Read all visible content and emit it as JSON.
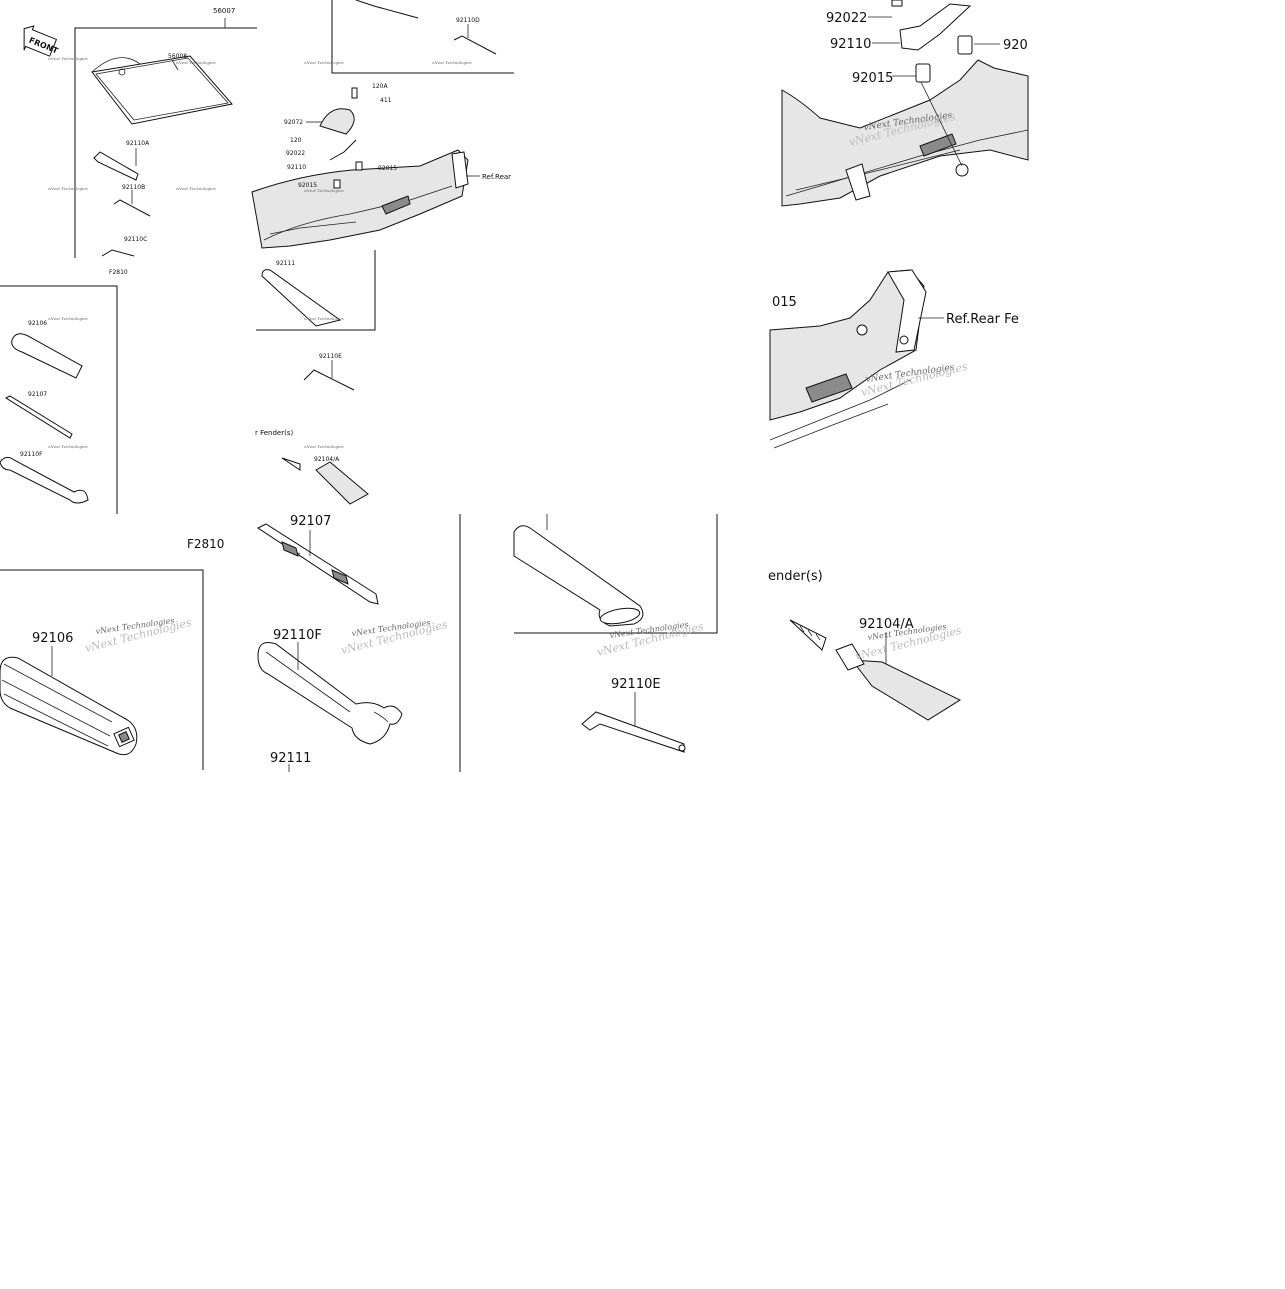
{
  "overview": {
    "labels": {
      "p56007": "56007",
      "p56008": "56008",
      "p92110A": "92110A",
      "p92110B": "92110B",
      "p92110C": "92110C",
      "f2810": "F2810",
      "p92110D": "92110D",
      "p120A": "120A",
      "p411": "411",
      "p92072": "92072",
      "p120": "120",
      "p92022": "92022",
      "p92110": "92110",
      "p92015a": "92015",
      "p92015b": "92015",
      "ref_rear": "Ref.Rear",
      "p92111": "92111",
      "p92106": "92106",
      "p92107": "92107",
      "p92110F": "92110F",
      "p92110E": "92110E",
      "fender": "r Fender(s)",
      "p92104A": "92104/A",
      "front": "FRONT"
    }
  },
  "zoom_upper_right": {
    "labels": {
      "p92022": "92022",
      "p92110": "92110",
      "p920": "920",
      "p92015": "92015"
    }
  },
  "zoom_middle_right": {
    "labels": {
      "p015": "015",
      "ref_rear": "Ref.Rear Fe"
    }
  },
  "zoom_lower_left": {
    "labels": {
      "f2810": "F2810",
      "p92106": "92106",
      "p92107": "92107",
      "p92110F": "92110F",
      "p92111": "92111"
    }
  },
  "zoom_lower_mid": {
    "labels": {
      "p92110E": "92110E"
    }
  },
  "zoom_lower_right": {
    "labels": {
      "fender": "ender(s)",
      "p92104A": "92104/A"
    }
  },
  "watermark": {
    "line1": "vNext Technologies",
    "line2": "vNext Technologies"
  },
  "colors": {
    "line": "#111111",
    "background": "#ffffff",
    "watermark": "#666666"
  }
}
